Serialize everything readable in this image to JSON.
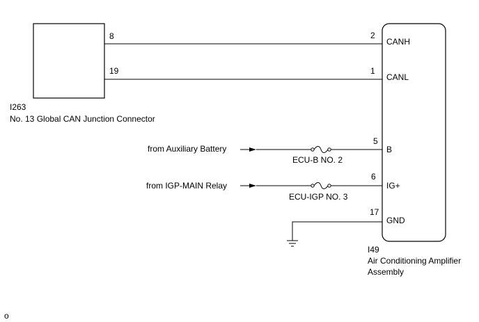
{
  "connector_i263": {
    "code": "I263",
    "name": "No. 13 Global CAN Junction Connector"
  },
  "assembly_i49": {
    "code": "I49",
    "name_line1": "Air Conditioning Amplifier",
    "name_line2": "Assembly"
  },
  "wires": {
    "canh": {
      "from_pin": "8",
      "to_pin": "2",
      "terminal": "CANH"
    },
    "canl": {
      "from_pin": "19",
      "to_pin": "1",
      "terminal": "CANL"
    },
    "b": {
      "source": "from Auxiliary Battery",
      "fuse": "ECU-B NO. 2",
      "pin": "5",
      "terminal": "B"
    },
    "ig": {
      "source": "from IGP-MAIN Relay",
      "fuse": "ECU-IGP NO. 3",
      "pin": "6",
      "terminal": "IG+"
    },
    "gnd": {
      "pin": "17",
      "terminal": "GND"
    }
  },
  "footer_mark": "o",
  "colors": {
    "line": "#000000",
    "background": "#ffffff"
  },
  "icons": [
    "arrow-icon",
    "fuse-icon",
    "ground-icon"
  ]
}
